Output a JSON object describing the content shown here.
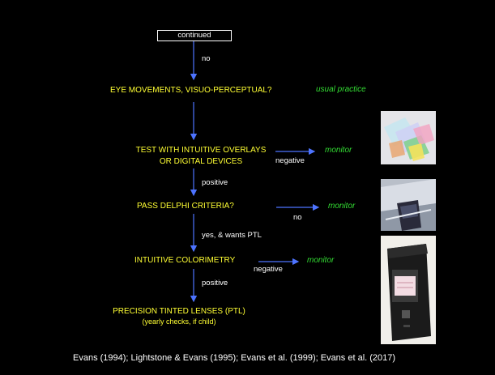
{
  "nodes": {
    "start": "continued",
    "eye_movements": "EYE MOVEMENTS, VISUO-PERCEPTUAL?",
    "test_overlays_1": "TEST WITH INTUITIVE OVERLAYS",
    "test_overlays_2": "OR DIGITAL DEVICES",
    "pass_delphi": "PASS DELPHI CRITERIA?",
    "colorimetry": "INTUITIVE COLORIMETRY",
    "ptl": "PRECISION TINTED LENSES (PTL)",
    "ptl_note": "(yearly checks, if child)"
  },
  "edges": {
    "no_1": "no",
    "negative_1": "negative",
    "positive_1": "positive",
    "no_2": "no",
    "yes_wants_ptl": "yes, & wants PTL",
    "negative_2": "negative",
    "positive_2": "positive"
  },
  "outcomes": {
    "usual_practice": "usual practice",
    "monitor_1": "monitor",
    "monitor_2": "monitor",
    "monitor_3": "monitor"
  },
  "footer": {
    "citation": "Evans (1994); Lightstone & Evans  (1995); Evans et al. (1999); Evans et al. (2017)"
  },
  "colors": {
    "background": "#000000",
    "node_text": "#ffff33",
    "outcome_text": "#33dd33",
    "arrow": "#4d73ff",
    "label_text": "#ffffff"
  }
}
